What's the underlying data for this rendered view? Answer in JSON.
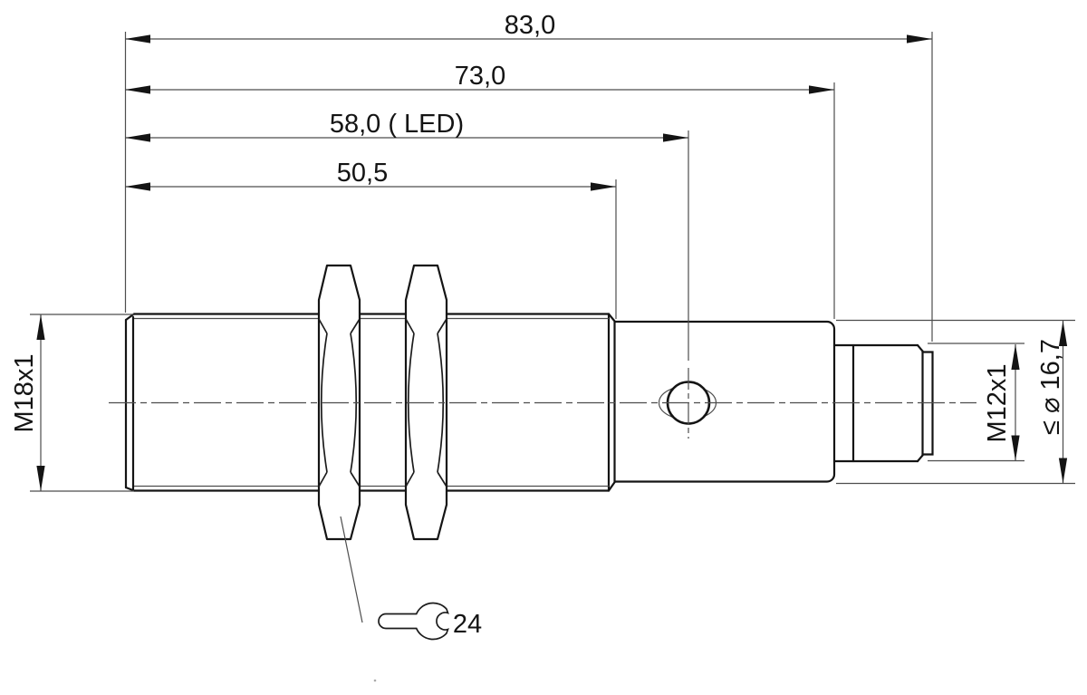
{
  "page": {
    "background": "#ffffff",
    "line_color": "#141414"
  },
  "dimensions": {
    "overall_length": "83,0",
    "to_connector": "73,0",
    "to_led": "58,0 ( LED)",
    "thread_length": "50,5"
  },
  "labels": {
    "front_thread": "M18x1",
    "connector_thread": "M12x1",
    "rear_diameter": "≤ ⌀ 16,7",
    "wrench_size": "24"
  }
}
